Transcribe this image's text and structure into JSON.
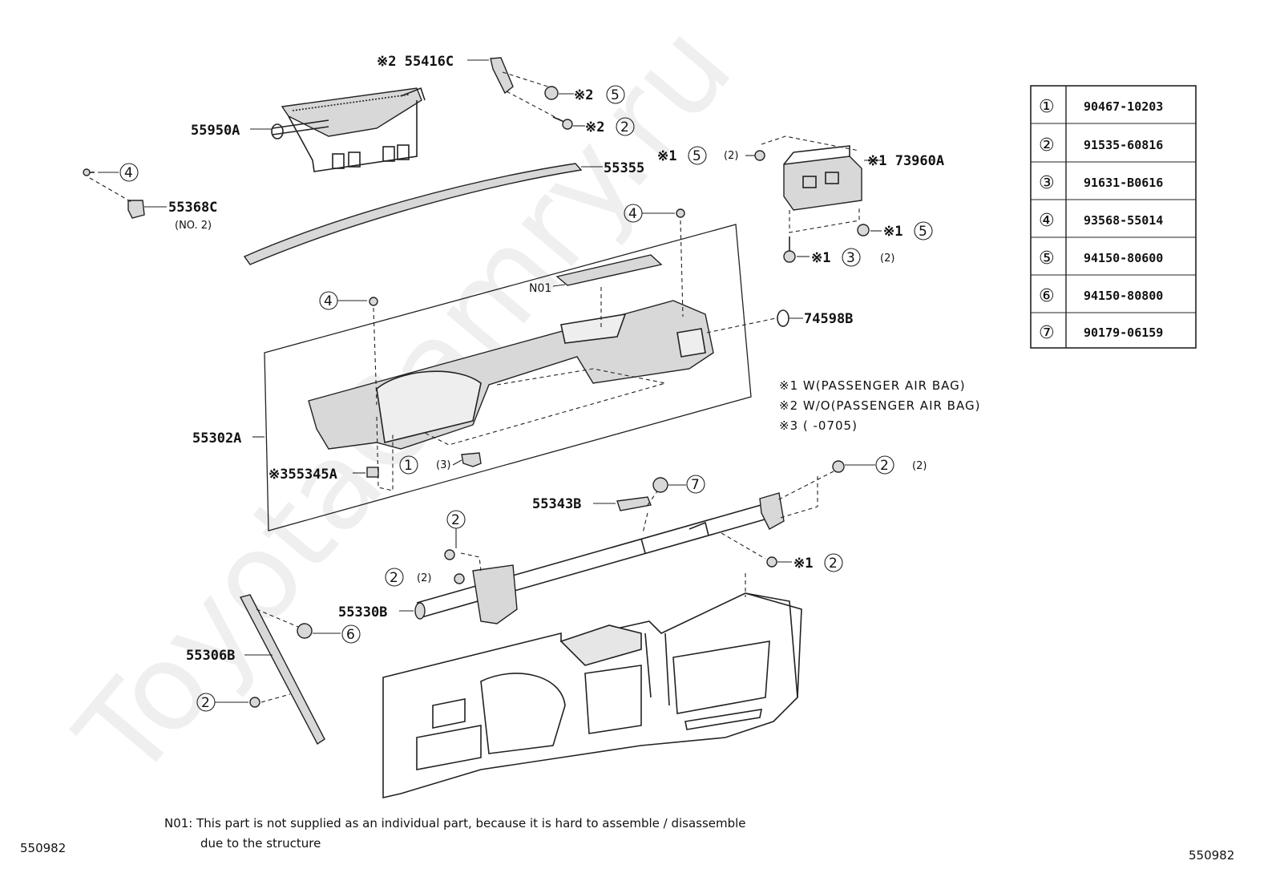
{
  "watermark": "ToyotaCamry.ru",
  "diagram_id_left": "550982",
  "diagram_id_right": "550982",
  "part_labels": {
    "p55416c": "※2 55416C",
    "p55950a": "55950A",
    "p55355": "55355",
    "p55368c": "55368C",
    "p55368c_sub": "(NO. 2)",
    "p73960a": "※1 73960A",
    "n01": "N01",
    "p74598b": "74598B",
    "p55302a": "55302A",
    "p55345a": "※355345A",
    "p55343b": "55343B",
    "p55330b": "55330B",
    "p55306b": "55306B"
  },
  "callouts": {
    "c_5a_prefix": "※2",
    "c_2a_prefix": "※2",
    "c_5b_prefix": "※1",
    "c_5b_qty": "(2)",
    "c_5c_prefix": "※1",
    "c_3_prefix": "※1",
    "c_3_qty": "(2)",
    "c_1_qty": "(3)",
    "c_2b_qty": "(2)",
    "c_2c_prefix": "※1",
    "c_2d_qty": "(2)"
  },
  "legend_notes": [
    "※1 W(PASSENGER AIR BAG)",
    "※2 W/O(PASSENGER AIR BAG)",
    "※3 (       -0705)"
  ],
  "footnote": {
    "line1": "N01:  This part is not supplied as an individual part, because it is hard to assemble / disassemble",
    "line2": "due to the structure"
  },
  "parts_table": [
    {
      "ref": "①",
      "part_no": "90467-10203"
    },
    {
      "ref": "②",
      "part_no": "91535-60816"
    },
    {
      "ref": "③",
      "part_no": "91631-B0616"
    },
    {
      "ref": "④",
      "part_no": "93568-55014"
    },
    {
      "ref": "⑤",
      "part_no": "94150-80600"
    },
    {
      "ref": "⑥",
      "part_no": "94150-80800"
    },
    {
      "ref": "⑦",
      "part_no": "90179-06159"
    }
  ]
}
